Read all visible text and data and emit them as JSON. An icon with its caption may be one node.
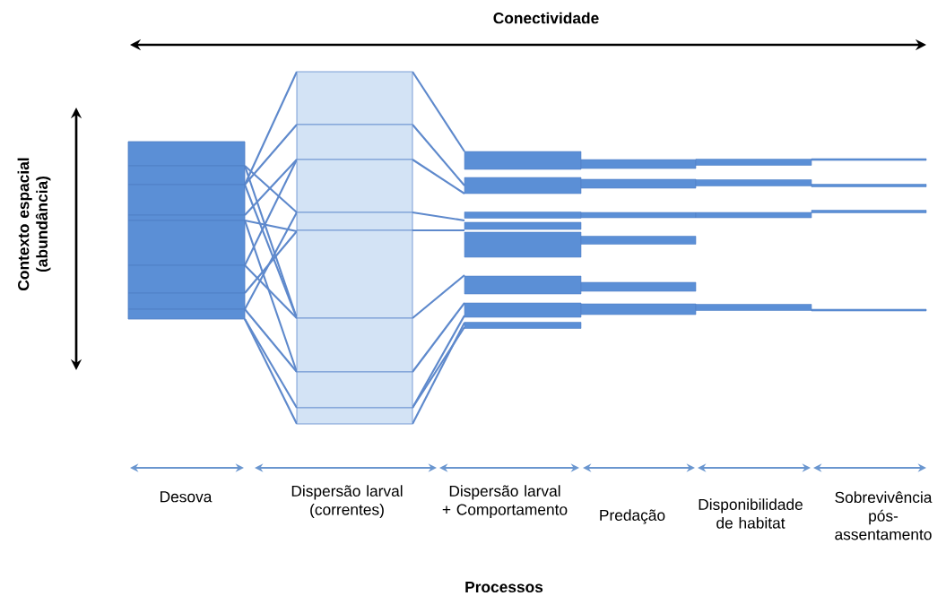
{
  "diagram": {
    "labels": [
      "Conectividade",
      "Contexto espacial (abundância)",
      "Desova",
      "Dispersão larval (correntes)",
      "Dispersão larval + Comportamento",
      "Predação",
      "Disponibilidade de habitat",
      "Sobrevivência pós-assentamento",
      "Processos"
    ]
  }
}
